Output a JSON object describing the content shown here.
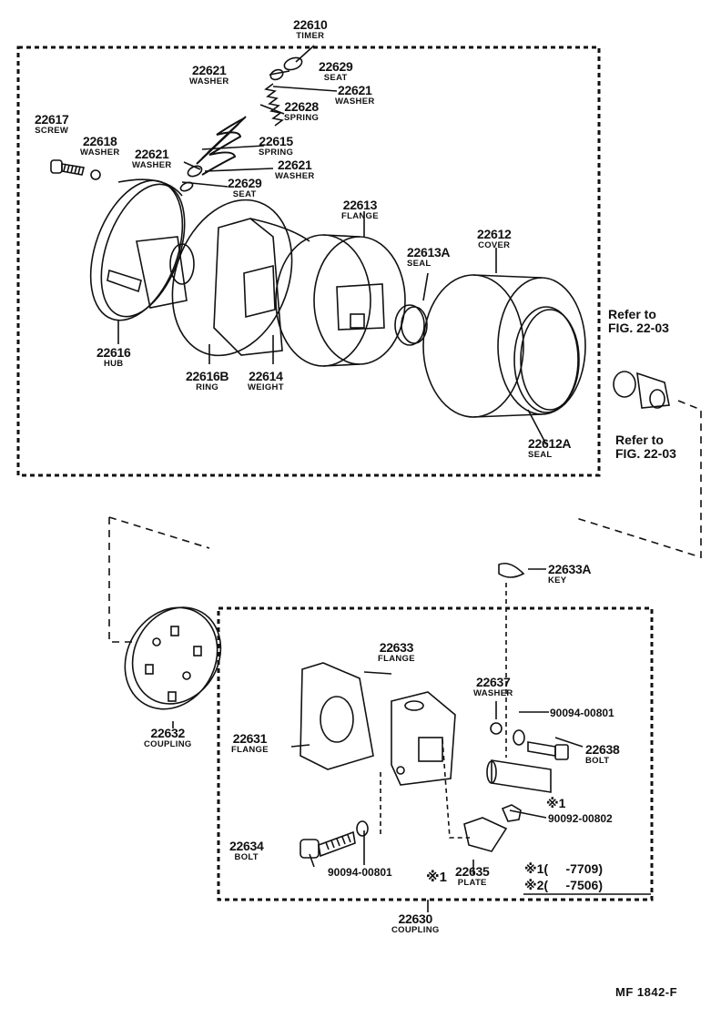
{
  "parts": {
    "p22610": {
      "number": "22610",
      "name": "TIMER"
    },
    "p22621a": {
      "number": "22621",
      "name": "WASHER"
    },
    "p22629a": {
      "number": "22629",
      "name": "SEAT"
    },
    "p22621b": {
      "number": "22621",
      "name": "WASHER"
    },
    "p22628": {
      "number": "22628",
      "name": "SPRING"
    },
    "p22617": {
      "number": "22617",
      "name": "SCREW"
    },
    "p22618": {
      "number": "22618",
      "name": "WASHER"
    },
    "p22621c": {
      "number": "22621",
      "name": "WASHER"
    },
    "p22615": {
      "number": "22615",
      "name": "SPRING"
    },
    "p22621d": {
      "number": "22621",
      "name": "WASHER"
    },
    "p22629b": {
      "number": "22629",
      "name": "SEAT"
    },
    "p22613": {
      "number": "22613",
      "name": "FLANGE"
    },
    "p22613A": {
      "number": "22613A",
      "name": "SEAL"
    },
    "p22612": {
      "number": "22612",
      "name": "COVER"
    },
    "p22616": {
      "number": "22616",
      "name": "HUB"
    },
    "p22616B": {
      "number": "22616B",
      "name": "RING"
    },
    "p22614": {
      "number": "22614",
      "name": "WEIGHT"
    },
    "p22612A": {
      "number": "22612A",
      "name": "SEAL"
    },
    "p22633A": {
      "number": "22633A",
      "name": "KEY"
    },
    "p22633": {
      "number": "22633",
      "name": "FLANGE"
    },
    "p22637": {
      "number": "22637",
      "name": "WASHER"
    },
    "p22632": {
      "number": "22632",
      "name": "COUPLING"
    },
    "p22631": {
      "number": "22631",
      "name": "FLANGE"
    },
    "p22638": {
      "number": "22638",
      "name": "BOLT"
    },
    "p22634": {
      "number": "22634",
      "name": "BOLT"
    },
    "p22635": {
      "number": "22635",
      "name": "PLATE"
    },
    "p22630": {
      "number": "22630",
      "name": "COUPLING"
    }
  },
  "codes": {
    "c1": "90094-00801",
    "c2": "90092-00802",
    "c3": "90094-00801"
  },
  "marks": {
    "m1": "※1",
    "plate_mark": "※1"
  },
  "refs": {
    "r1": "Refer to\nFIG. 22-03",
    "r2": "Refer to\nFIG. 22-03"
  },
  "notes": {
    "line1": "※1(     -7709)",
    "line2": "※2(     -7506)"
  },
  "footer": "MF 1842-F"
}
